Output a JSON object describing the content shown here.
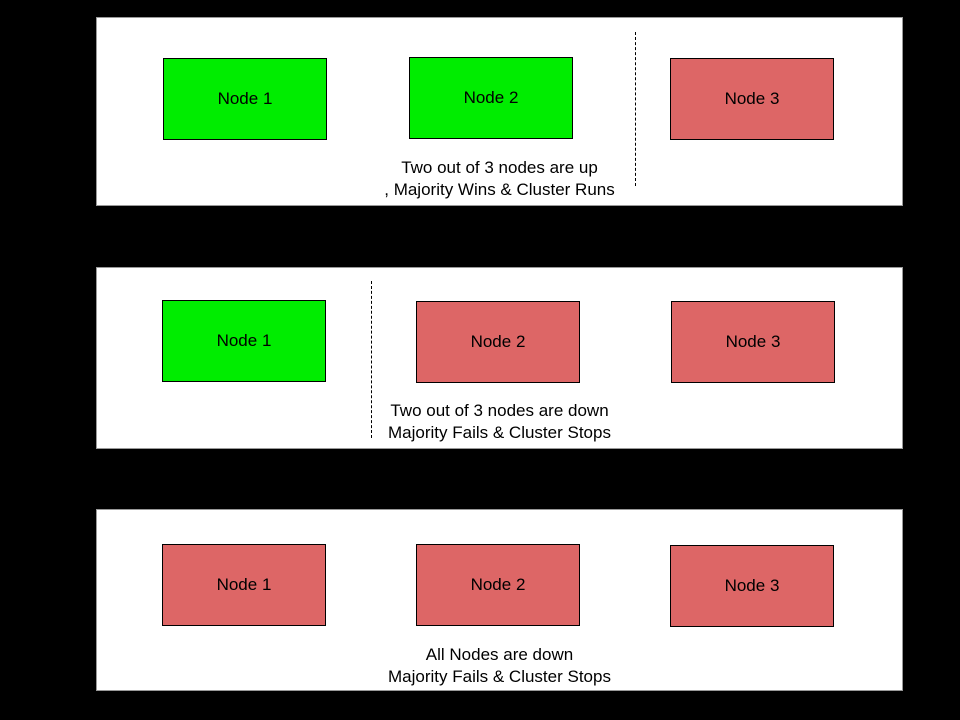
{
  "colors": {
    "up": "#00ed00",
    "down": "#dd6666",
    "panel_bg": "#ffffff",
    "page_bg": "#000000"
  },
  "panels": [
    {
      "id": "scenario-two-up",
      "nodes": [
        {
          "label": "Node 1",
          "status": "up"
        },
        {
          "label": "Node 2",
          "status": "up"
        },
        {
          "label": "Node 3",
          "status": "down"
        }
      ],
      "caption_line1": "Two out of 3 nodes are up",
      "caption_line2": ", Majority Wins & Cluster Runs",
      "divider": "between Node 2 and Node 3"
    },
    {
      "id": "scenario-two-down",
      "nodes": [
        {
          "label": "Node 1",
          "status": "up"
        },
        {
          "label": "Node 2",
          "status": "down"
        },
        {
          "label": "Node 3",
          "status": "down"
        }
      ],
      "caption_line1": "Two out of 3 nodes are down",
      "caption_line2": "Majority Fails & Cluster Stops",
      "divider": "between Node 1 and Node 2"
    },
    {
      "id": "scenario-all-down",
      "nodes": [
        {
          "label": "Node 1",
          "status": "down"
        },
        {
          "label": "Node 2",
          "status": "down"
        },
        {
          "label": "Node 3",
          "status": "down"
        }
      ],
      "caption_line1": "All Nodes are down",
      "caption_line2": "Majority Fails & Cluster Stops",
      "divider": null
    }
  ]
}
